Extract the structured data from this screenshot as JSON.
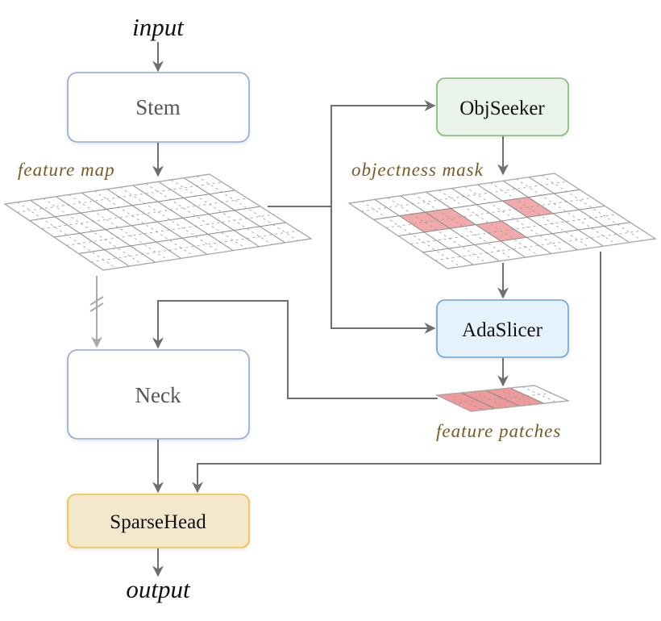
{
  "diagram": {
    "input_label": "input",
    "output_label": "output",
    "nodes": {
      "stem": {
        "label": "Stem",
        "fill": "#ffffff",
        "stroke": "#8fa8d8",
        "text_color": "#555555"
      },
      "neck": {
        "label": "Neck",
        "fill": "#ffffff",
        "stroke": "#8fa8d8",
        "text_color": "#555555"
      },
      "sparsehead": {
        "label": "SparseHead",
        "fill": "#f3e7cc",
        "stroke": "#f0c040",
        "text_color": "#111111"
      },
      "objseeker": {
        "label": "ObjSeeker",
        "fill": "#ebf4ea",
        "stroke": "#7fb870",
        "text_color": "#111111"
      },
      "adaslicer": {
        "label": "AdaSlicer",
        "fill": "#e6f2fb",
        "stroke": "#6a9fd8",
        "text_color": "#111111"
      }
    },
    "labels": {
      "feature_map": "feature map",
      "objectness_mask": "objectness mask",
      "feature_patches": "feature patches",
      "label_color": "#7a5a22"
    },
    "grids": {
      "feature_map": {
        "cols": 8,
        "rows": 4,
        "highlighted": []
      },
      "objectness_mask": {
        "cols": 8,
        "rows": 4,
        "highlighted": [
          [
            1,
            1
          ],
          [
            2,
            1
          ],
          [
            3,
            2
          ],
          [
            5,
            1
          ]
        ],
        "highlight_color": "#f0a0a0"
      },
      "feature_patches": {
        "cols": 4,
        "rows": 1,
        "highlighted": [
          [
            0,
            0
          ],
          [
            1,
            0
          ],
          [
            2,
            0
          ]
        ],
        "highlight_color": "#ec8f8f"
      }
    },
    "edges": [
      {
        "from": "input",
        "to": "stem"
      },
      {
        "from": "stem",
        "to": "feature map"
      },
      {
        "from": "feature map",
        "to": "objseeker"
      },
      {
        "from": "feature map",
        "to": "adaslicer"
      },
      {
        "from": "objseeker",
        "to": "objectness mask"
      },
      {
        "from": "objectness mask",
        "to": "adaslicer"
      },
      {
        "from": "adaslicer",
        "to": "feature patches"
      },
      {
        "from": "feature patches",
        "to": "neck"
      },
      {
        "from": "feature map",
        "to": "neck",
        "style": "skip"
      },
      {
        "from": "neck",
        "to": "sparsehead"
      },
      {
        "from": "objectness mask",
        "to": "sparsehead"
      },
      {
        "from": "sparsehead",
        "to": "output"
      }
    ]
  }
}
